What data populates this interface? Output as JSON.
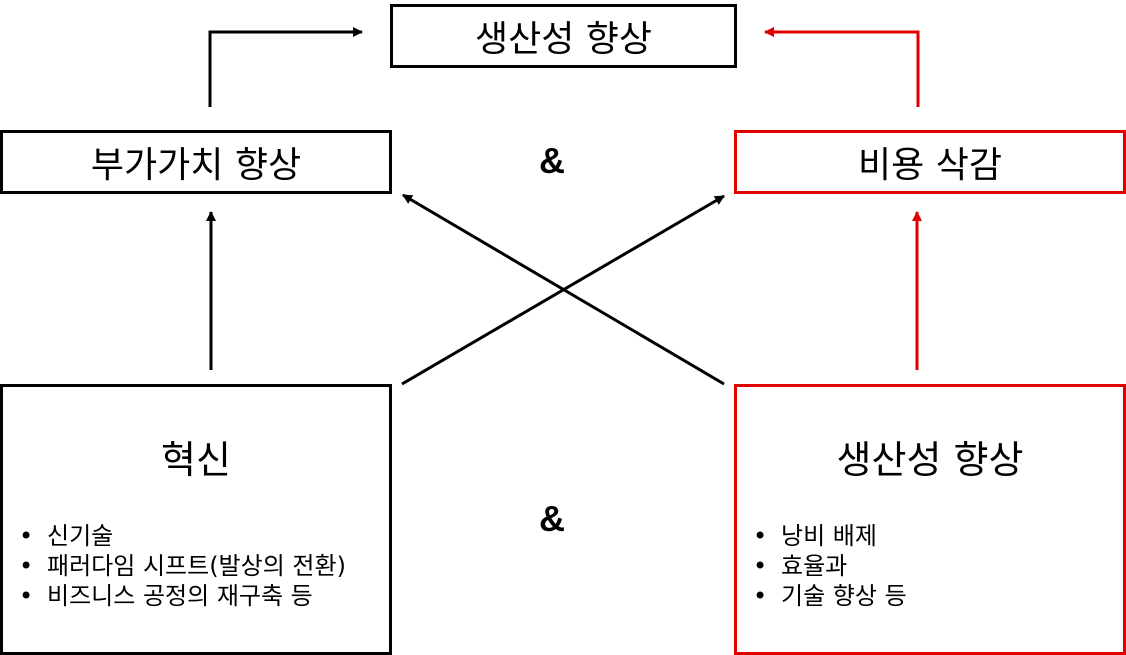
{
  "top": {
    "title": "생산성 향상"
  },
  "left_mid": {
    "title": "부가가치 향상"
  },
  "right_mid": {
    "title": "비용 삭감"
  },
  "left_bottom": {
    "title": "혁신",
    "items": [
      "신기술",
      "패러다임 시프트(발상의 전환)",
      "비즈니스 공정의 재구축 등"
    ]
  },
  "right_bottom": {
    "title": "생산성 향상",
    "items": [
      "낭비 배제",
      "효율과",
      "기술 향상 등"
    ]
  },
  "amp_top": "&",
  "amp_bottom": "&",
  "colors": {
    "black": "#000000",
    "red": "#e00000"
  }
}
